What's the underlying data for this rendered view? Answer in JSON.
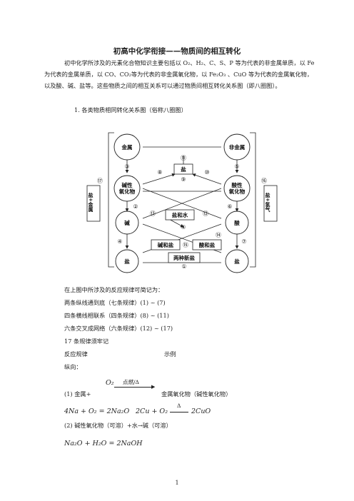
{
  "title": "初高中化学衔接——物质间的相互转化",
  "intro": "初中化学所涉及的元素化合物知识主要包括以 O₂、H₂、C、S、P 等为代表的非金属单质，以 Fe 为代表的金属单质，以 CO、CO₂等为代表的非金属氧化物，以 Fe₂O₃ 、CuO 等为代表的金属氧化物，以及酸、碱、盐等。这些物质之间的相互关系可以通过物质间相互转化关系图（即八圈图）。",
  "section1": "1. 各类物质相同转化关系图（俗称八圈图）",
  "diagram": {
    "metal": "金属",
    "nonmetal": "非金属",
    "basic_oxide_1": "碱性",
    "basic_oxide_2": "氧化物",
    "acidic_oxide_1": "酸性",
    "acidic_oxide_2": "氧化物",
    "base": "碱",
    "acid": "酸",
    "salt_left": "盐",
    "salt_right": "盐",
    "salt_top": "盐",
    "salt_water": "盐和水",
    "base_salt": "碱和盐",
    "acid_salt": "酸和盐",
    "two_new_salts": "两种新盐",
    "side_left": "盐+金属",
    "side_right": "盐+氢气",
    "n1": "①",
    "n2": "②",
    "n3": "③",
    "n4": "④",
    "n5": "⑤",
    "n6": "⑥",
    "n7": "⑦",
    "n8": "⑧",
    "n9": "⑨",
    "n10": "⑩",
    "n11": "⑪",
    "n12": "⑫",
    "n13": "⑬",
    "n14": "⑭",
    "n15": "⑮",
    "n16": "⑯",
    "n17": "⑰"
  },
  "summary_intro": "在上图中所涉及的反应规律可简记为：",
  "summary_1": "两条纵线通到底（七条规律）(1) ~ (7)",
  "summary_2": "四条横线相联系（四条规律）(8) ~ (11)",
  "summary_3": "六条交叉成网络（六条规律）(12) ~ (17)",
  "summary_4": "17 条规律须牢记",
  "col_rule": "反应规律",
  "col_example": "示例",
  "vertical": "纵向：",
  "rule1_a": "(1) 金属+",
  "rule1_o2": "O₂",
  "rule1_cond": "点燃/Δ",
  "rule1_b": "金属氧化物（碱性氧化物）",
  "eq1a": "4Na + O₂ = 2Na₂O",
  "eq1b": "2Cu + O₂",
  "eq1b_cond": "Δ",
  "eq1b_prod": "2CuO",
  "rule2": "(2) 碱性氧化物（可溶）+水→碱（可溶）",
  "eq2": "Na₂O + H₂O = 2NaOH",
  "page_number": "1"
}
